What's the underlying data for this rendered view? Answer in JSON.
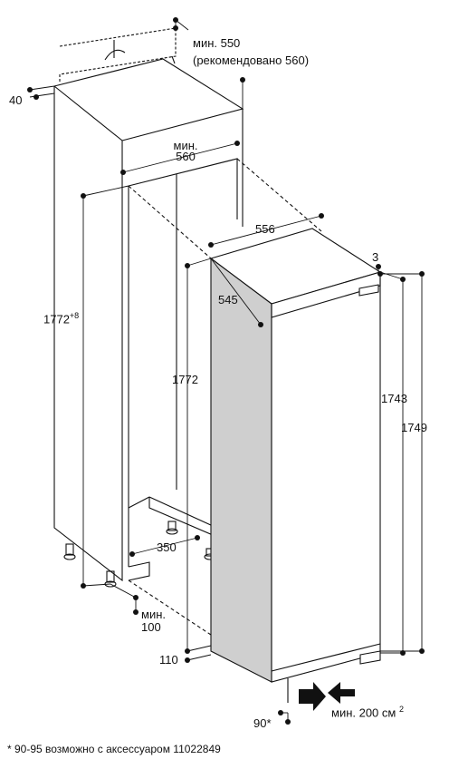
{
  "labels": {
    "min550": "мин. 550",
    "rec560": "(рекомендовано 560)",
    "w40": "40",
    "min": "мин.",
    "w560": "560",
    "d556": "556",
    "gap3": "3",
    "d545": "545",
    "h1772_plus": "1772",
    "plus8": "+8",
    "h1772": "1772",
    "h1743": "1743",
    "h1749": "1749",
    "d350": "350",
    "min100_a": "мин.",
    "min100_b": "100",
    "h110": "110",
    "d90": "90*",
    "vent": "мин. 200 см",
    "vent_sup": "2"
  },
  "footnote": "* 90-95 возможно с аксессуаром 11022849"
}
